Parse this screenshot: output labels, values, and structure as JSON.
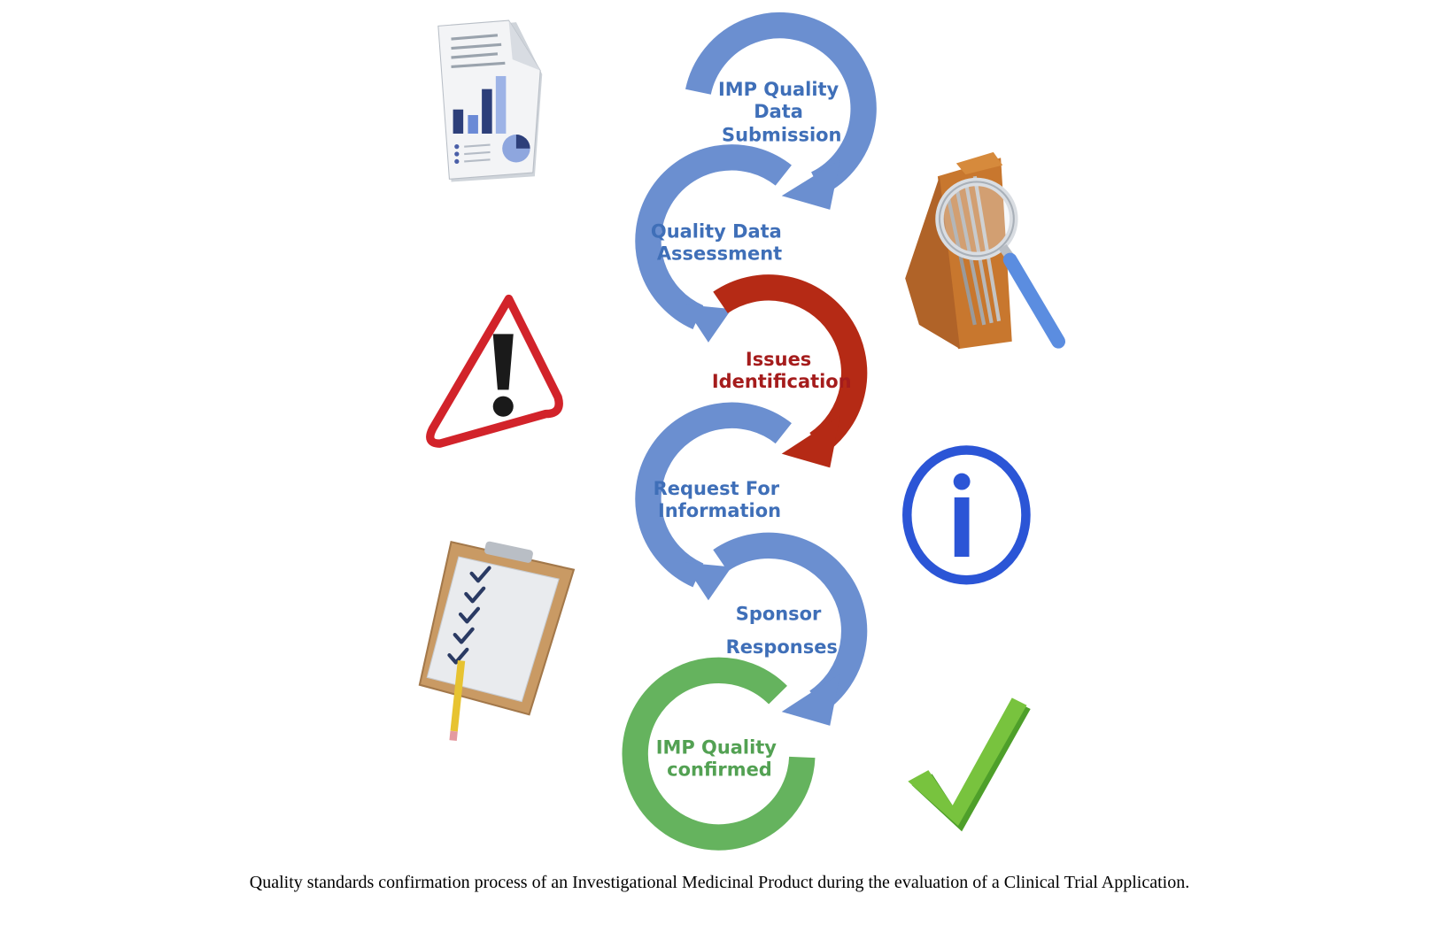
{
  "colors": {
    "step_blue": "#6b8fd0",
    "step_red": "#b52a15",
    "step_green": "#65b35e",
    "text_blue": "#3f6fb8",
    "text_red": "#a51c1c",
    "text_green": "#53a153"
  },
  "steps": [
    {
      "lines": [
        "IMP Quality",
        "Data",
        "Submission"
      ],
      "color": "blue"
    },
    {
      "lines": [
        "Quality Data",
        "Assessment"
      ],
      "color": "blue"
    },
    {
      "lines": [
        "Issues",
        "Identification"
      ],
      "color": "red"
    },
    {
      "lines": [
        "Request For",
        "Information"
      ],
      "color": "blue"
    },
    {
      "lines": [
        "Sponsor",
        "Responses"
      ],
      "color": "blue"
    },
    {
      "lines": [
        "IMP Quality",
        "confirmed"
      ],
      "color": "green"
    }
  ],
  "icons": [
    "report-document-icon",
    "folder-magnifier-icon",
    "warning-triangle-icon",
    "information-icon",
    "clipboard-checklist-icon",
    "green-checkmark-icon"
  ],
  "caption": "Quality standards confirmation process of an Investigational Medicinal Product during the evaluation of a Clinical Trial Application."
}
